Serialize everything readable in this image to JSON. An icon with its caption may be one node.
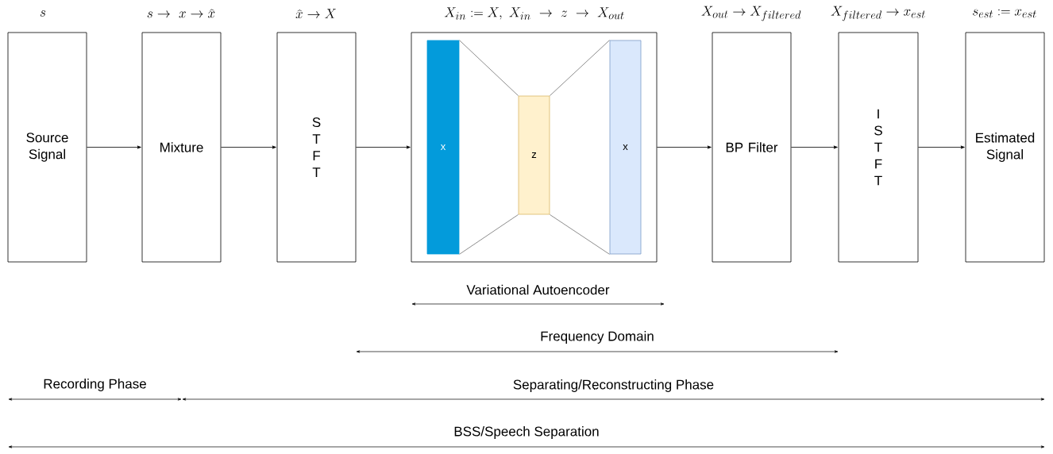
{
  "diagram": {
    "nodes": [
      {
        "text": [
          "Source Signal"
        ],
        "beside": [
          "s"
        ]
      },
      {
        "text": [
          "Mixture"
        ],
        "beside": [
          "s \\rightarrow~ x \\rightarrow \\widehat{x}"
        ]
      },
      {
        "text": [
          "S T F T"
        ],
        "beside": [
          "\\widehat{x} \\rightarrow X"
        ]
      },
      {
        "text": [],
        "shape": "box",
        "beside": [
          "X_{in} := X,~ X_{in} ~\\rightarrow~ z ~\\rightarrow~ X_{out}"
        ]
      },
      {
        "text": [
          "x"
        ],
        "in": 3
      },
      {
        "text": [
          "z"
        ],
        "in": 3
      },
      {
        "text": [
          "x"
        ],
        "in": 3
      },
      {
        "text": [
          "BP Filter"
        ],
        "beside": [
          "X_{out} \\rightarrow X_{filtered}"
        ]
      },
      {
        "text": [
          "I S T F T"
        ],
        "beside": [
          "X_{filtered} \\rightarrow x_{est}"
        ]
      },
      {
        "text": [
          "Estimated Signal"
        ],
        "beside": [
          "s_{est} := x_{est}"
        ]
      }
    ],
    "edges": [
      {
        "from": 0,
        "to": 1,
        "arrow": "to"
      },
      {
        "from": 1,
        "to": 2,
        "arrow": "to"
      },
      {
        "from": 2,
        "to": 3,
        "arrow": "to"
      },
      {
        "from": 4,
        "to": 5,
        "arrow": "none",
        "color": "#808080"
      },
      {
        "from": 4,
        "to": 5,
        "arrow": "none",
        "color": "#808080"
      },
      {
        "from": 5,
        "to": 6,
        "arrow": "none",
        "color": "#808080"
      },
      {
        "from": 5,
        "to": 6,
        "arrow": "none",
        "color": "#808080"
      },
      {
        "from": 3,
        "to": 7,
        "arrow": "to"
      },
      {
        "from": 7,
        "to": 8,
        "arrow": "to"
      },
      {
        "from": 8,
        "to": 9,
        "arrow": "to"
      }
    ],
    "labels": [
      "Variational Autoencoder",
      "Frequency Domain",
      "Recording Phase",
      "Separating/Reconstructing Phase",
      "BSS/Speech Separation"
    ]
  }
}
